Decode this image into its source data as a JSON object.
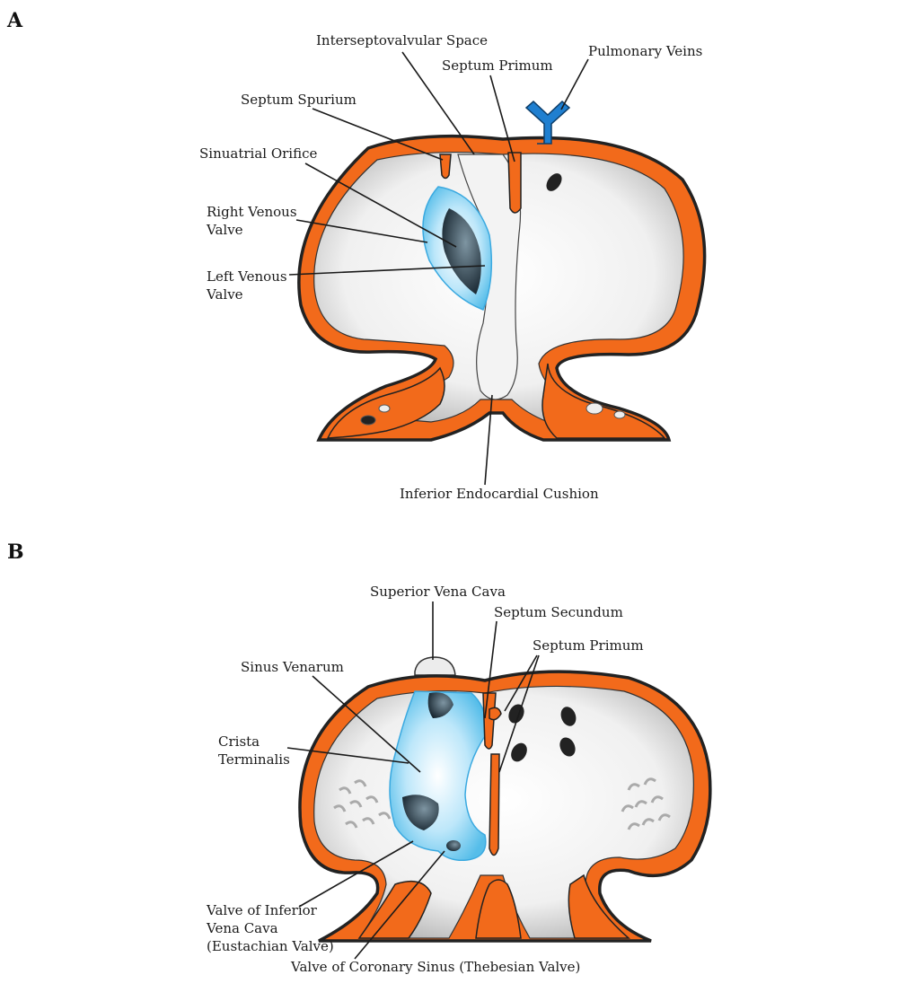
{
  "panels": {
    "a": {
      "letter": "A",
      "labels": {
        "interseptovalvular_space": "Interseptovalvular Space",
        "septum_primum": "Septum Primum",
        "pulmonary_veins": "Pulmonary Veins",
        "septum_spurium": "Septum Spurium",
        "sinuatrial_orifice": "Sinuatrial Orifice",
        "right_venous_valve_1": "Right Venous",
        "right_venous_valve_2": "Valve",
        "left_venous_valve_1": "Left Venous",
        "left_venous_valve_2": "Valve",
        "inferior_endocardial_cushion": "Inferior Endocardial Cushion"
      }
    },
    "b": {
      "letter": "B",
      "labels": {
        "superior_vena_cava": "Superior Vena Cava",
        "septum_secundum": "Septum Secundum",
        "septum_primum": "Septum Primum",
        "sinus_venarum": "Sinus Venarum",
        "crista_terminalis_1": "Crista",
        "crista_terminalis_2": "Terminalis",
        "valve_ivc_1": "Valve of Inferior",
        "valve_ivc_2": "Vena Cava",
        "valve_ivc_3": "(Eustachian Valve)",
        "valve_coronary_sinus": "Valve of Coronary Sinus (Thebesian Valve)"
      }
    }
  },
  "colors": {
    "myocardium": "#f26a1b",
    "venous_blue": "#1f7fd0",
    "sinus_blue": "#8fd3f4",
    "outline": "#222222"
  }
}
